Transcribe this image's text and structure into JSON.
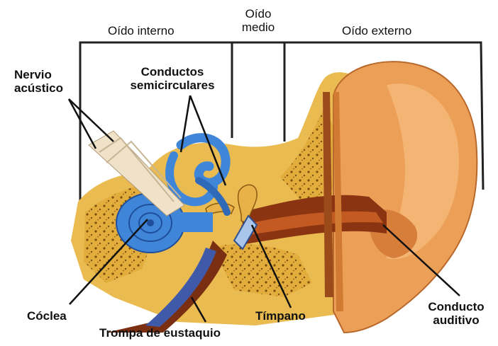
{
  "diagram": {
    "sections": {
      "inner": "Oído interno",
      "middle_line1": "Oído",
      "middle_line2": "medio",
      "outer": "Oído externo"
    },
    "labels": {
      "nerve_line1": "Nervio",
      "nerve_line2": "acústico",
      "canals_line1": "Conductos",
      "canals_line2": "semicirculares",
      "cochlea": "Cóclea",
      "eustachian": "Trompa de eustaquio",
      "eardrum": "Tímpano",
      "canal_line1": "Conducto",
      "canal_line2": "auditivo"
    },
    "colors": {
      "bone": "#e7b94a",
      "bone_dark": "#b98a26",
      "skin": "#e89a52",
      "skin_dark": "#c8702d",
      "inner_ear": "#3f86d8",
      "nerve": "#efe2c8",
      "canal": "#7a2e12"
    }
  }
}
